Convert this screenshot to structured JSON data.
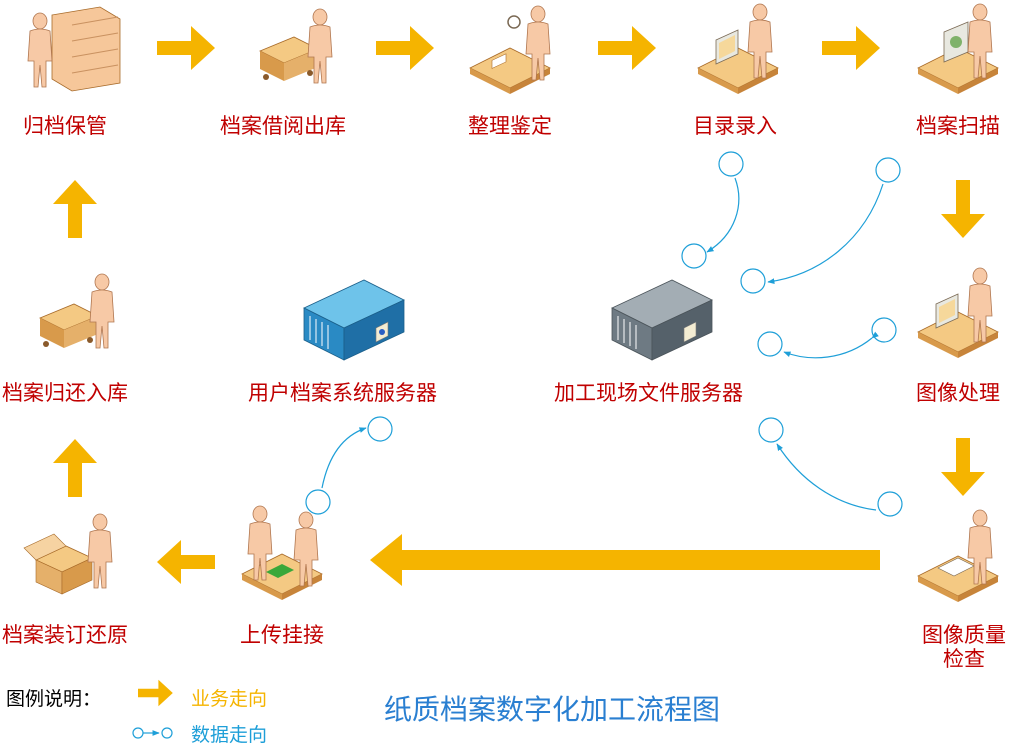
{
  "title": "纸质档案数字化加工流程图",
  "colors": {
    "flow_arrow": "#f5b400",
    "node_label": "#c00000",
    "data_link": "#1e9fd8",
    "title": "#2a7fd1"
  },
  "steps": [
    {
      "id": "guidang-baoguan",
      "label": "归档保管",
      "icon": "archive-shelf-person-icon"
    },
    {
      "id": "jieyue-chuku",
      "label": "档案借阅出库",
      "icon": "cart-person-icon"
    },
    {
      "id": "zhengli-jianding",
      "label": "整理鉴定",
      "icon": "magnifier-desk-person-icon"
    },
    {
      "id": "mulu-luru",
      "label": "目录录入",
      "icon": "computer-desk-person-icon"
    },
    {
      "id": "dangan-saomiao",
      "label": "档案扫描",
      "icon": "scanner-desk-person-icon"
    },
    {
      "id": "tuxiang-chuli",
      "label": "图像处理",
      "icon": "computer-desk-person-icon"
    },
    {
      "id": "tuxiang-zhiliang",
      "label": "图像质量检查",
      "label_line1": "图像质量",
      "label_line2": "检查",
      "icon": "document-check-person-icon"
    },
    {
      "id": "shangchuan-guajie",
      "label": "上传挂接",
      "icon": "handover-person-icon"
    },
    {
      "id": "zhuangding-huanyuan",
      "label": "档案装订还原",
      "icon": "box-person-icon"
    },
    {
      "id": "guihuan-ruku",
      "label": "档案归还入库",
      "icon": "cart-person-icon"
    }
  ],
  "servers": [
    {
      "id": "user-archive-server",
      "label": "用户档案系统服务器",
      "icon": "blue-server-icon"
    },
    {
      "id": "site-file-server",
      "label": "加工现场文件服务器",
      "icon": "gray-server-icon"
    }
  ],
  "legend": {
    "heading": "图例说明：",
    "business_flow": "业务走向",
    "data_flow": "数据走向"
  }
}
